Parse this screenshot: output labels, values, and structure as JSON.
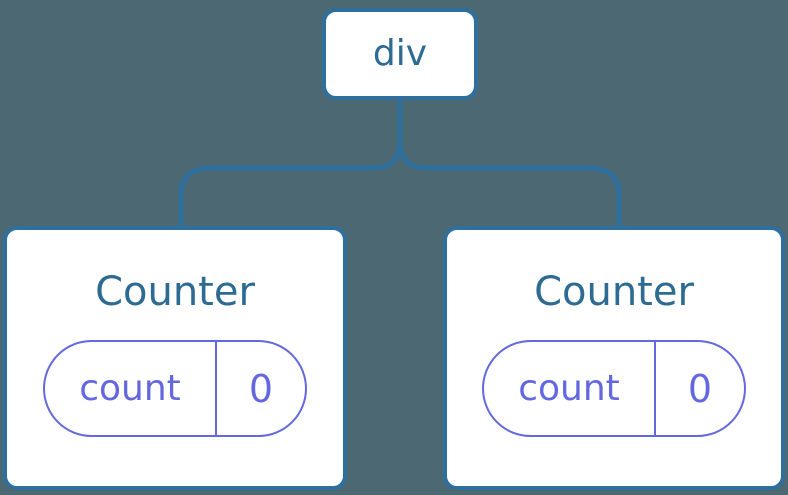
{
  "colors": {
    "background": "#4c6873",
    "connector": "#2e6f9e",
    "card_border": "#2e6f9e",
    "card_background": "#ffffff",
    "component_label": "#2e6b93",
    "state": "#6468e0"
  },
  "tree": {
    "root": {
      "label": "div"
    },
    "children": [
      {
        "name": "Counter",
        "state_key": "count",
        "state_value": "0"
      },
      {
        "name": "Counter",
        "state_key": "count",
        "state_value": "0"
      }
    ]
  }
}
